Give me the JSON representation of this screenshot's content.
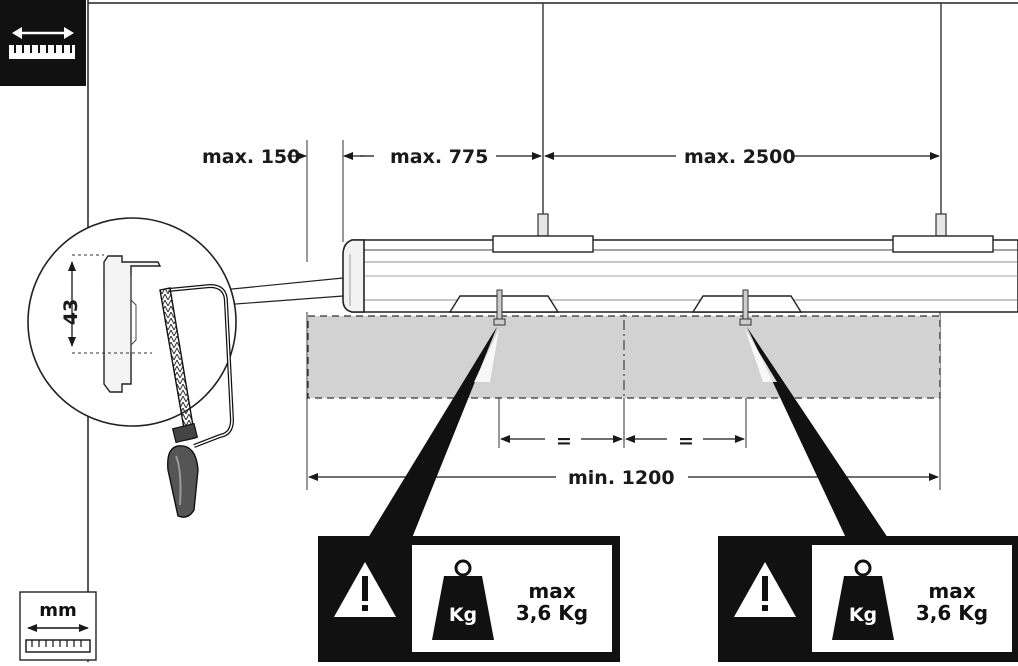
{
  "dimensions": {
    "end_overhang": "max. 150",
    "first_suspension": "max. 775",
    "suspension_spacing": "max. 2500",
    "profile_height": "43",
    "equal_left": "=",
    "equal_right": "=",
    "min_length": "min. 1200"
  },
  "units_badge": {
    "label": "mm"
  },
  "warnings": [
    {
      "weight_label": "Kg",
      "max_label": "max",
      "value_label": "3,6 Kg"
    },
    {
      "weight_label": "Kg",
      "max_label": "max",
      "value_label": "3,6 Kg"
    }
  ],
  "colors": {
    "ink": "#1a1a1a",
    "panel": "#d2d2d2",
    "badge": "#111111"
  },
  "icons": [
    "measure-tape-icon",
    "warning-triangle-icon",
    "weight-icon",
    "hacksaw-icon",
    "mm-ruler-icon"
  ]
}
